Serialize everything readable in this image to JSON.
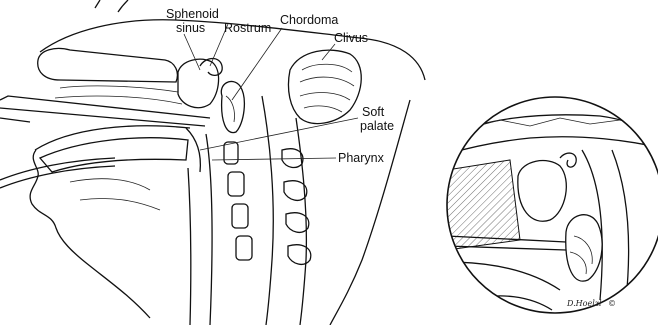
{
  "labels": {
    "sphenoid_sinus_line1": "Sphenoid",
    "sphenoid_sinus_line2": "sinus",
    "rostrum": "Rostrum",
    "chordoma": "Chordoma",
    "clivus": "Clivus",
    "soft_palate_line1": "Soft",
    "soft_palate_line2": "palate",
    "pharynx": "Pharynx"
  },
  "signature": "D.Hoelzl",
  "copyright_mark": "©"
}
